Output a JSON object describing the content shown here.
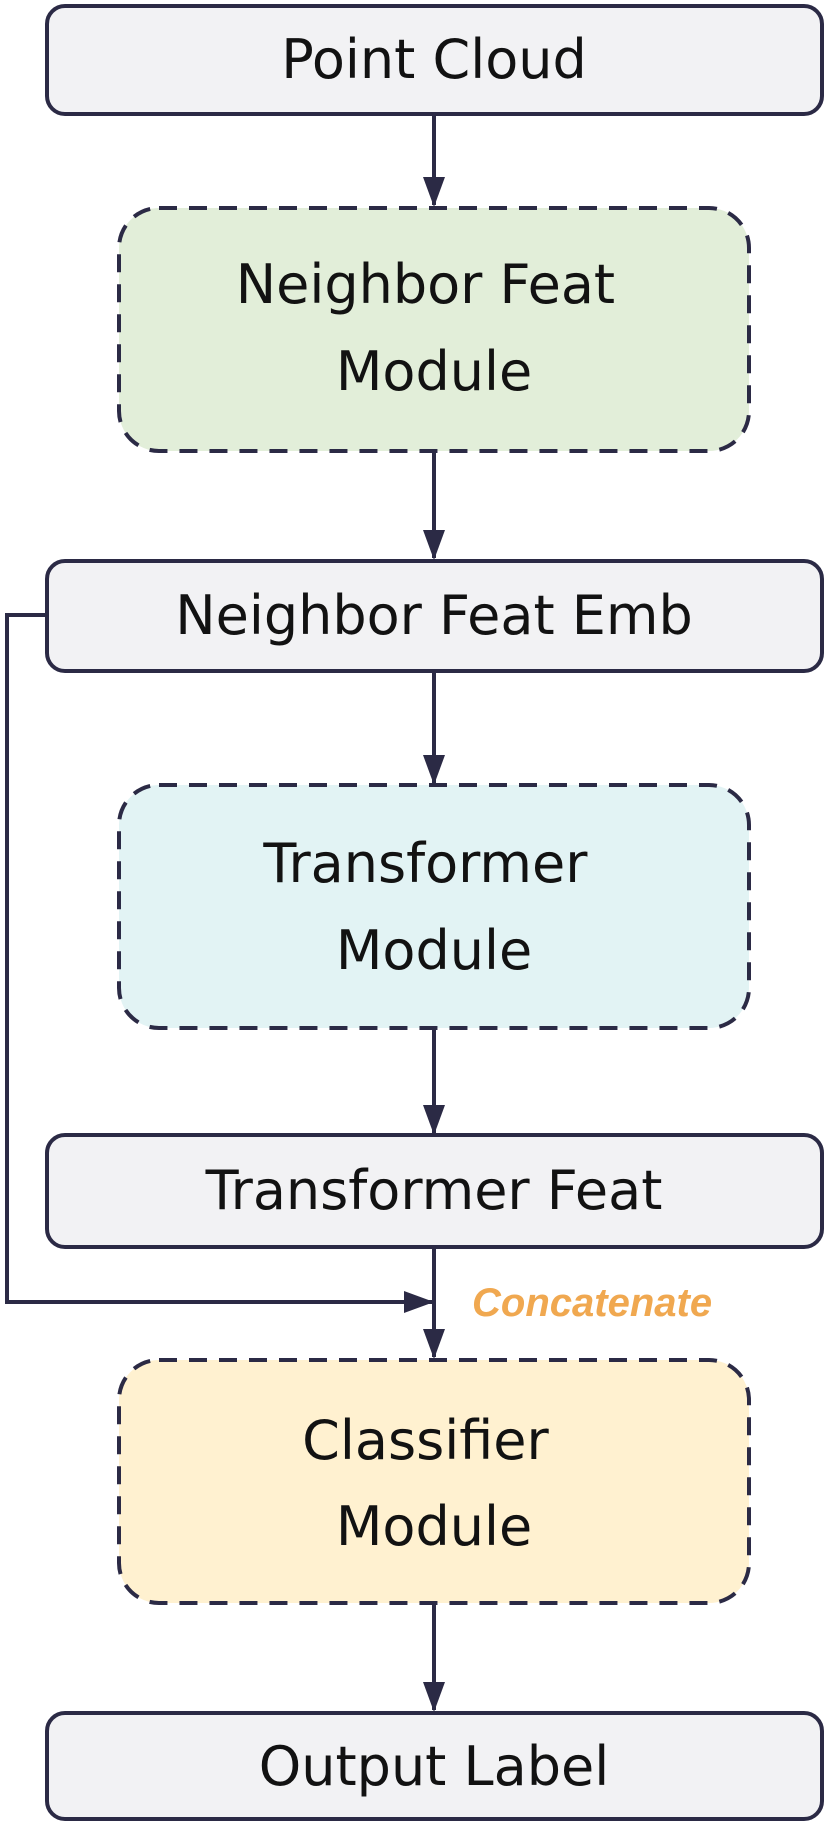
{
  "colors": {
    "stroke": "#2b2a45",
    "solid_fill": "#f2f2f4",
    "neighbor_module_fill": "#e2eed9",
    "transformer_module_fill": "#e2f3f4",
    "classifier_module_fill": "#fff1d0",
    "concatenate_text": "#f0a850"
  },
  "nodes": {
    "point_cloud": {
      "lines": [
        "Point Cloud"
      ],
      "style": "solid"
    },
    "neighbor_feat_module": {
      "lines": [
        "Neighbor Feat",
        "Module"
      ],
      "style": "dashed"
    },
    "neighbor_feat_emb": {
      "lines": [
        "Neighbor Feat Emb"
      ],
      "style": "solid"
    },
    "transformer_module": {
      "lines": [
        "Transformer",
        "Module"
      ],
      "style": "dashed"
    },
    "transformer_feat": {
      "lines": [
        "Transformer Feat"
      ],
      "style": "solid"
    },
    "classifier_module": {
      "lines": [
        "Classifier",
        "Module"
      ],
      "style": "dashed"
    },
    "output_label": {
      "lines": [
        "Output Label"
      ],
      "style": "solid"
    }
  },
  "annotations": {
    "concatenate": "Concatenate"
  }
}
